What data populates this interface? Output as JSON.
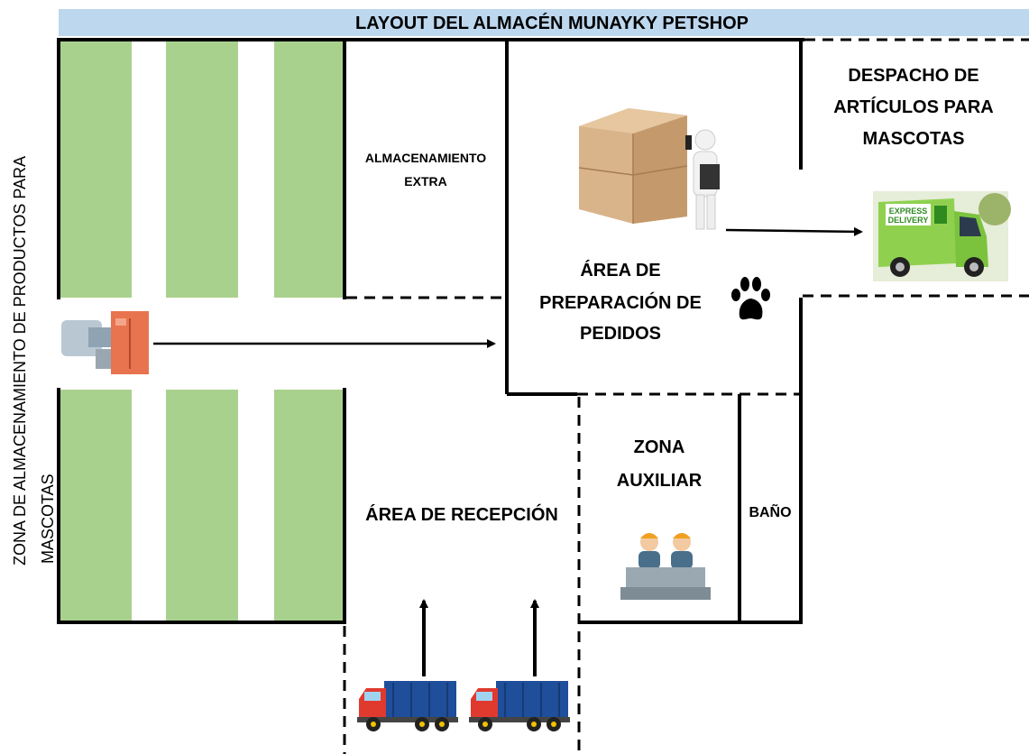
{
  "title": "LAYOUT DEL ALMACÉN MUNAYKY PETSHOP",
  "zones": {
    "storage_line1": "ZONA DE ALMACENAMIENTO DE PRODUCTOS  PARA",
    "storage_line2": "MASCOTAS",
    "extra_line1": "ALMACENAMIENTO",
    "extra_line2": "EXTRA",
    "prep_line1": "ÁREA DE",
    "prep_line2": "PREPARACIÓN DE",
    "prep_line3": "PEDIDOS",
    "dispatch_line1": "DESPACHO DE",
    "dispatch_line2": "ARTÍCULOS PARA",
    "dispatch_line3": "MASCOTAS",
    "reception": "ÁREA DE RECEPCIÓN",
    "aux_line1": "ZONA",
    "aux_line2": "AUXILIAR",
    "bath": "BAÑO"
  },
  "van_text": {
    "line1": "EXPRESS",
    "line2": "DELIVERY"
  },
  "icons": [
    "pallet-jack-icon",
    "boxes-worker-icon",
    "paw-icon",
    "delivery-van-icon",
    "workers-desk-icon",
    "truck-icon"
  ],
  "colors": {
    "title_bg": "#bdd7ee",
    "shelf": "#a9d18e",
    "van": "#8fd14f",
    "truck_cargo": "#1f4e9a",
    "truck_cab": "#e03a2f"
  }
}
